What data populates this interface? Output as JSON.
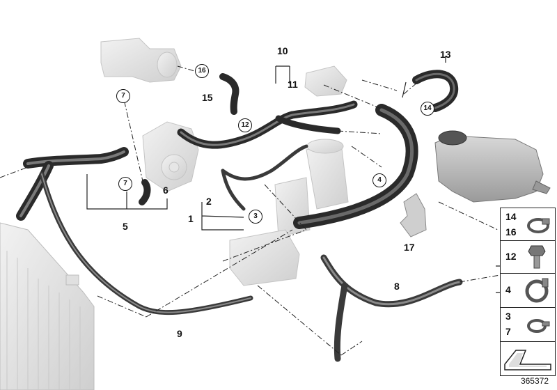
{
  "diagram": {
    "callouts_plain": [
      "1",
      "2",
      "5",
      "6",
      "8",
      "9",
      "10",
      "11",
      "13",
      "15",
      "17"
    ],
    "callouts_circled": [
      "3",
      "4",
      "7",
      "7",
      "12",
      "14",
      "16"
    ],
    "legend": [
      {
        "numbers": [
          "14",
          "16"
        ],
        "icon": "hose-clamp-icon"
      },
      {
        "numbers": [
          "12"
        ],
        "icon": "bolt-icon"
      },
      {
        "numbers": [
          "4"
        ],
        "icon": "spring-clamp-icon"
      },
      {
        "numbers": [
          "3",
          "7"
        ],
        "icon": "small-clamp-icon"
      },
      {
        "numbers": [],
        "icon": "arrow-plate-icon"
      }
    ],
    "image_number": "365372"
  }
}
